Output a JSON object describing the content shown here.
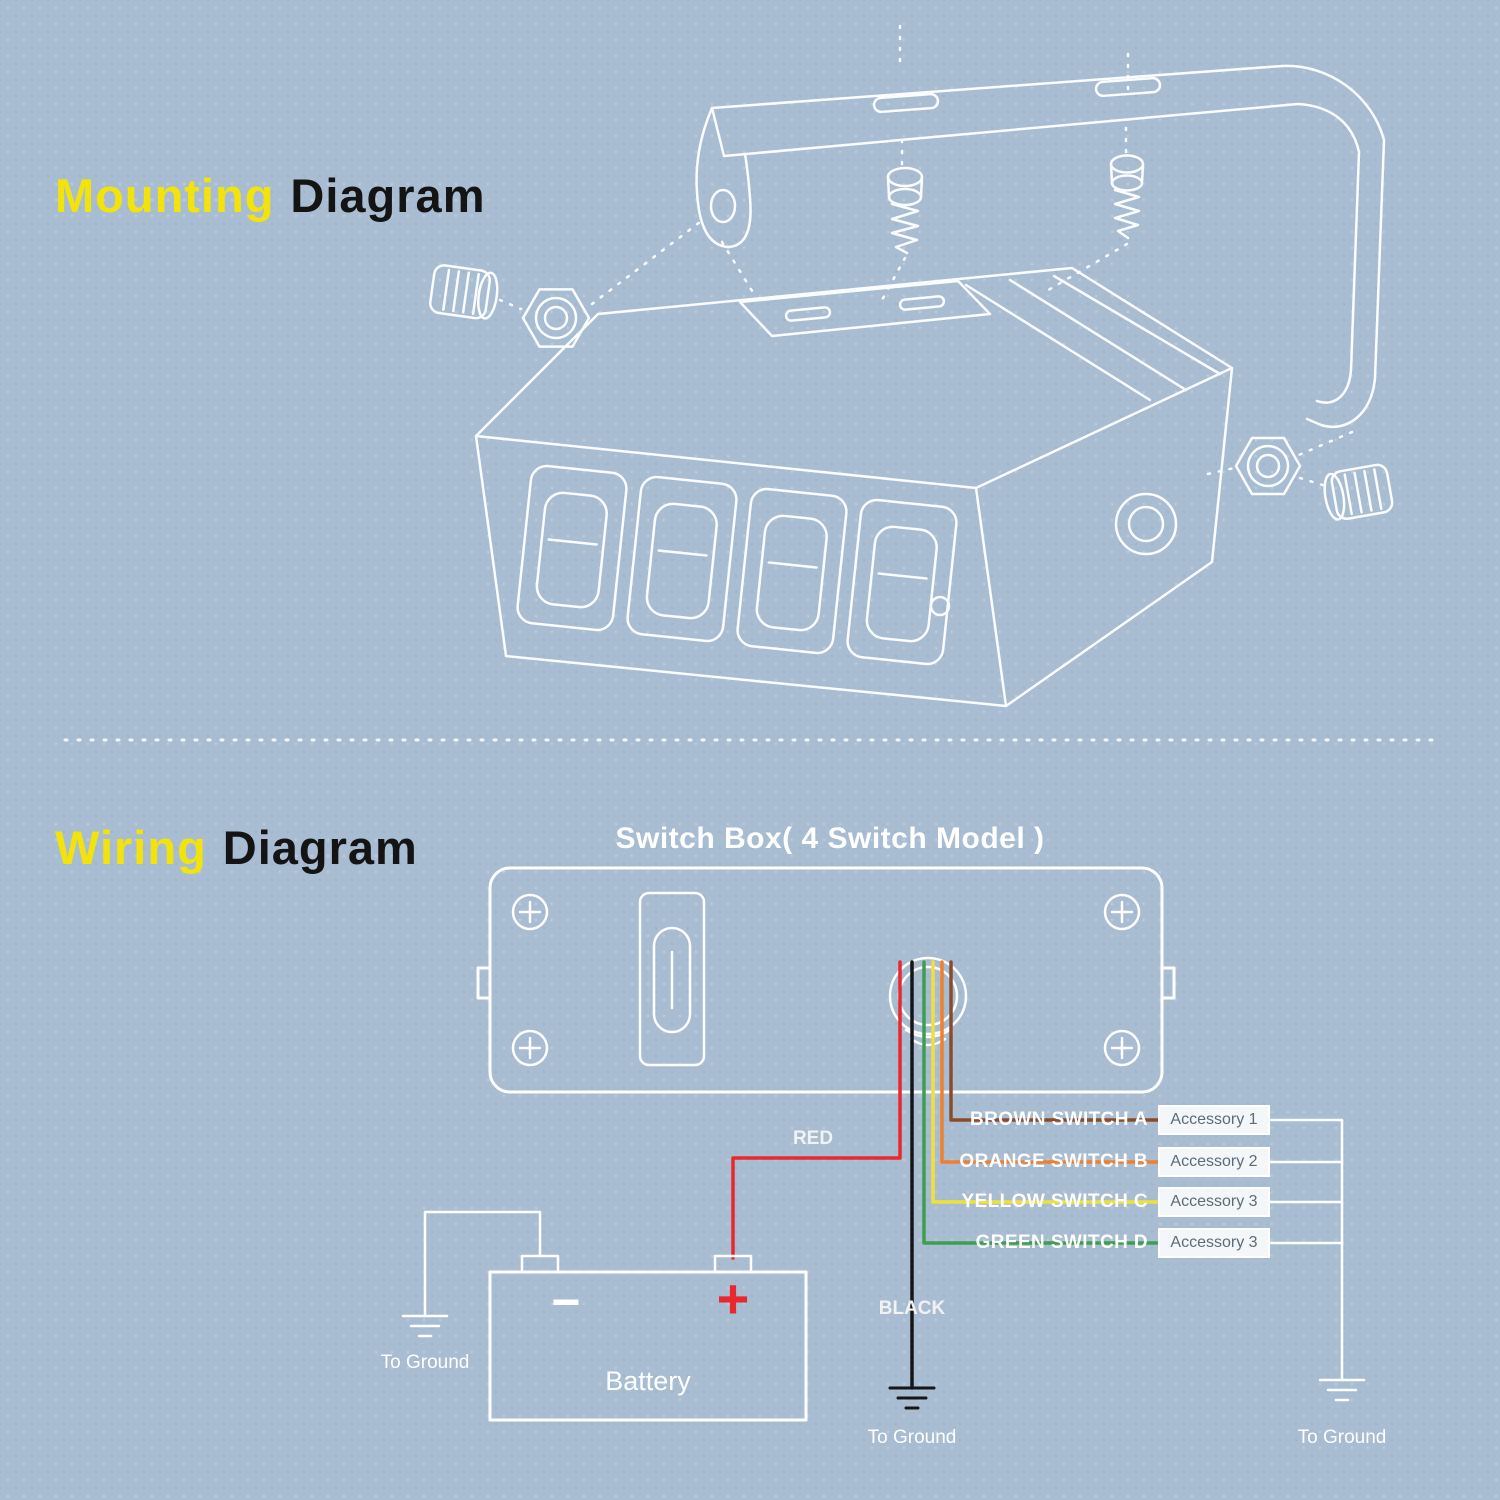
{
  "colors": {
    "background": "#a8bdd2",
    "accent_yellow": "#f2e30c",
    "heading_black": "#141414",
    "line_white": "#ffffff",
    "wire_red": "#e8282d",
    "wire_black": "#161616"
  },
  "mounting": {
    "title_accent": "Mounting",
    "title_rest": "Diagram"
  },
  "wiring": {
    "title_accent": "Wiring",
    "title_rest": "Diagram",
    "box_title": "Switch Box( 4 Switch Model )",
    "red_label": "RED",
    "black_label": "BLACK",
    "battery_label": "Battery",
    "battery_minus": "−",
    "battery_plus": "+",
    "ground_label": "To Ground",
    "wires": [
      {
        "name": "brown",
        "label": "BROWN SWITCH A",
        "accessory": "Accessory 1",
        "hex": "#8a4b2a"
      },
      {
        "name": "orange",
        "label": "ORANGE SWITCH B",
        "accessory": "Accessory 2",
        "hex": "#f08030"
      },
      {
        "name": "yellow",
        "label": "YELLOW SWITCH C",
        "accessory": "Accessory 3",
        "hex": "#efe13a"
      },
      {
        "name": "green",
        "label": "GREEN SWITCH D",
        "accessory": "Accessory 3",
        "hex": "#3f9e4d"
      }
    ]
  }
}
